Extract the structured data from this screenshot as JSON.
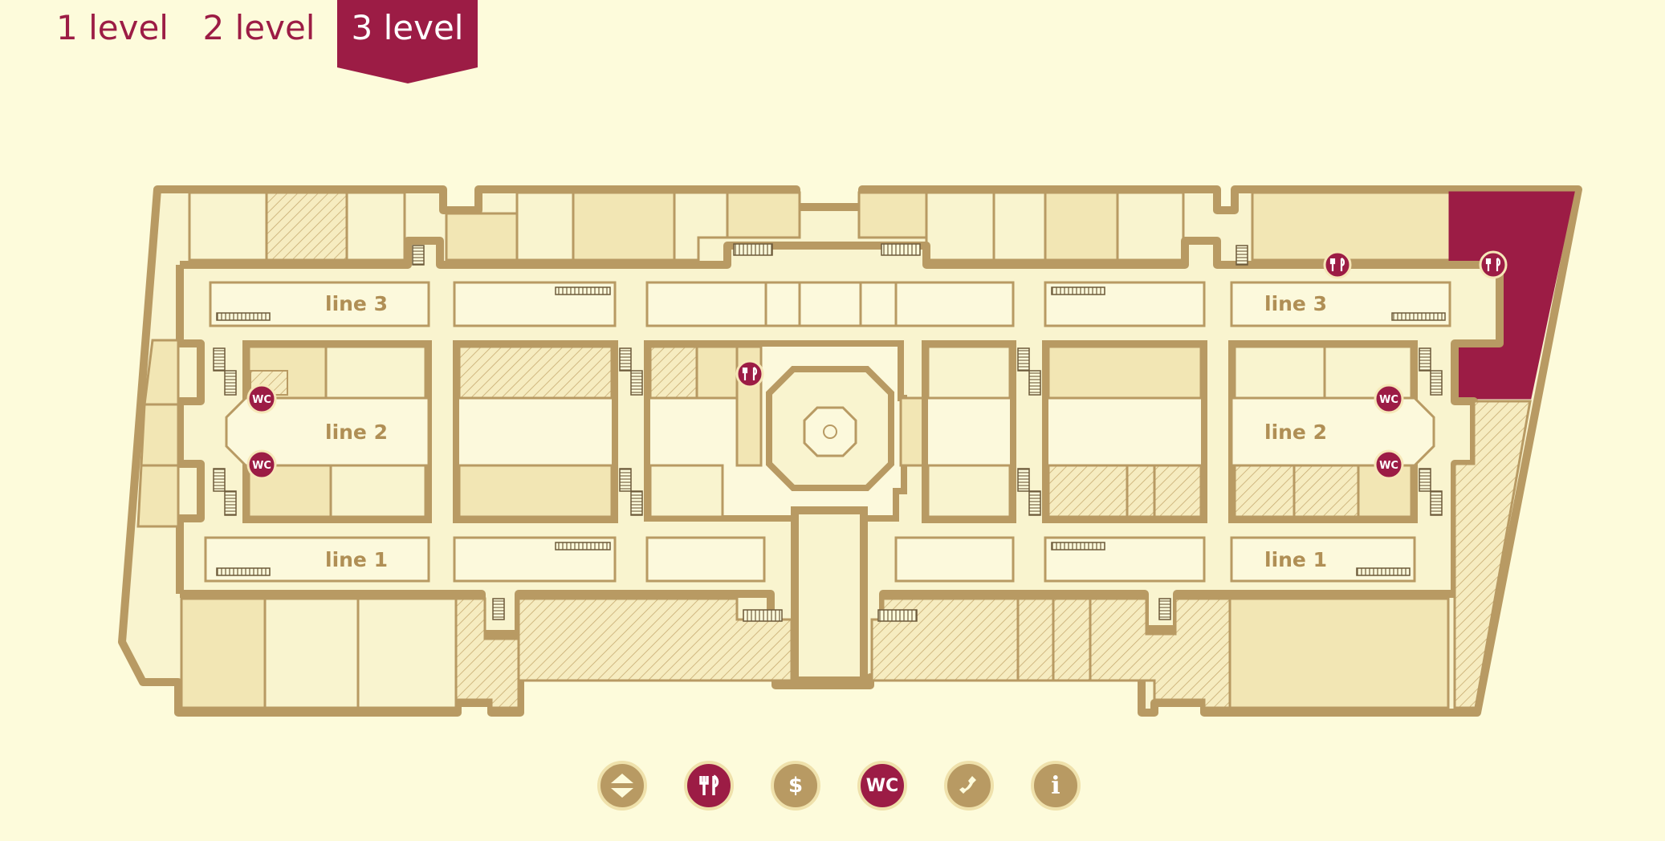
{
  "levels": {
    "items": [
      {
        "label": "1 level"
      },
      {
        "label": "2 level"
      },
      {
        "label": "3 level"
      }
    ],
    "active_index": 2
  },
  "map": {
    "line_labels": {
      "line3_left": "line 3",
      "line2_left": "line 2",
      "line1_left": "line 1",
      "line3_right": "line 3",
      "line2_right": "line 2",
      "line1_right": "line 1"
    },
    "wc_badge": "WC",
    "markers": {
      "restaurant_icon": "fork-knife-icon",
      "wc_icon": "wc-icon",
      "escalator_icon": "escalator-icon",
      "elevator_icon": "elevator-icon"
    }
  },
  "toolbar": {
    "elevator": {
      "icon": "elevator-icon"
    },
    "food": {
      "icon": "fork-knife-icon"
    },
    "atm": {
      "icon": "dollar-icon",
      "label": "$"
    },
    "wc": {
      "icon": "wc-icon",
      "label": "WC"
    },
    "phone": {
      "icon": "phone-icon"
    },
    "info": {
      "icon": "info-icon",
      "label": "i"
    }
  },
  "colors": {
    "background": "#fdfbdb",
    "wall": "#b89a63",
    "room_light": "#f9f4cf",
    "room_mid": "#f2e6b4",
    "corridor": "#fcf9dc",
    "accent": "#9c1c45",
    "selected_store": "#9c1c45"
  }
}
